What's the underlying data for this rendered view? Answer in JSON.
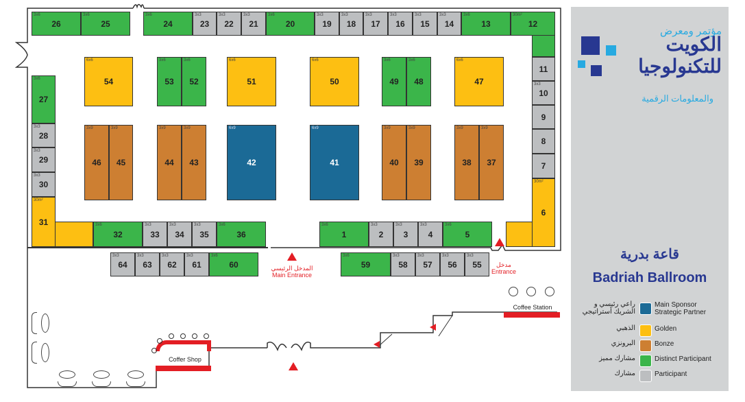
{
  "booths": [
    {
      "num": "26",
      "size": "3x6",
      "tier": "green"
    },
    {
      "num": "25",
      "size": "3x6",
      "tier": "green"
    },
    {
      "num": "24",
      "size": "3x6",
      "tier": "green"
    },
    {
      "num": "23",
      "size": "3x3",
      "tier": "gray"
    },
    {
      "num": "22",
      "size": "3x3",
      "tier": "gray"
    },
    {
      "num": "21",
      "size": "3x3",
      "tier": "gray"
    },
    {
      "num": "20",
      "size": "3x6",
      "tier": "green"
    },
    {
      "num": "19",
      "size": "3x3",
      "tier": "gray"
    },
    {
      "num": "18",
      "size": "3x3",
      "tier": "gray"
    },
    {
      "num": "17",
      "size": "3x3",
      "tier": "gray"
    },
    {
      "num": "16",
      "size": "3x3",
      "tier": "gray"
    },
    {
      "num": "15",
      "size": "3x3",
      "tier": "gray"
    },
    {
      "num": "14",
      "size": "3x3",
      "tier": "gray"
    },
    {
      "num": "13",
      "size": "3x6",
      "tier": "green"
    },
    {
      "num": "12",
      "size": "30m²",
      "tier": "green"
    },
    {
      "num": "11",
      "size": "",
      "tier": "gray"
    },
    {
      "num": "10",
      "size": "3x3",
      "tier": "gray"
    },
    {
      "num": "9",
      "size": "",
      "tier": "gray"
    },
    {
      "num": "8",
      "size": "",
      "tier": "gray"
    },
    {
      "num": "7",
      "size": "",
      "tier": "gray"
    },
    {
      "num": "6",
      "size": "30m²",
      "tier": "gold"
    },
    {
      "num": "27",
      "size": "3x6",
      "tier": "green"
    },
    {
      "num": "28",
      "size": "3x3",
      "tier": "gray"
    },
    {
      "num": "29",
      "size": "3x3",
      "tier": "gray"
    },
    {
      "num": "30",
      "size": "3x3",
      "tier": "gray"
    },
    {
      "num": "31",
      "size": "30m²",
      "tier": "gold"
    },
    {
      "num": "32",
      "size": "3x6",
      "tier": "green"
    },
    {
      "num": "33",
      "size": "3x3",
      "tier": "gray"
    },
    {
      "num": "34",
      "size": "3x3",
      "tier": "gray"
    },
    {
      "num": "35",
      "size": "3x3",
      "tier": "gray"
    },
    {
      "num": "36",
      "size": "3x6",
      "tier": "green"
    },
    {
      "num": "1",
      "size": "3x6",
      "tier": "green"
    },
    {
      "num": "2",
      "size": "3x3",
      "tier": "gray"
    },
    {
      "num": "3",
      "size": "3x3",
      "tier": "gray"
    },
    {
      "num": "4",
      "size": "3x3",
      "tier": "gray"
    },
    {
      "num": "5",
      "size": "3x6",
      "tier": "green"
    },
    {
      "num": "64",
      "size": "3x3",
      "tier": "gray"
    },
    {
      "num": "63",
      "size": "3x3",
      "tier": "gray"
    },
    {
      "num": "62",
      "size": "3x3",
      "tier": "gray"
    },
    {
      "num": "61",
      "size": "3x3",
      "tier": "gray"
    },
    {
      "num": "60",
      "size": "3x6",
      "tier": "green"
    },
    {
      "num": "59",
      "size": "3x6",
      "tier": "green"
    },
    {
      "num": "58",
      "size": "3x3",
      "tier": "gray"
    },
    {
      "num": "57",
      "size": "3x3",
      "tier": "gray"
    },
    {
      "num": "56",
      "size": "3x3",
      "tier": "gray"
    },
    {
      "num": "55",
      "size": "3x3",
      "tier": "gray"
    },
    {
      "num": "54",
      "size": "6x6",
      "tier": "gold"
    },
    {
      "num": "53",
      "size": "3x6",
      "tier": "green"
    },
    {
      "num": "52",
      "size": "3x6",
      "tier": "green"
    },
    {
      "num": "51",
      "size": "6x6",
      "tier": "gold"
    },
    {
      "num": "50",
      "size": "6x6",
      "tier": "gold"
    },
    {
      "num": "49",
      "size": "3x6",
      "tier": "green"
    },
    {
      "num": "48",
      "size": "3x6",
      "tier": "green"
    },
    {
      "num": "47",
      "size": "6x6",
      "tier": "gold"
    },
    {
      "num": "46",
      "size": "3x9",
      "tier": "bronze"
    },
    {
      "num": "45",
      "size": "3x9",
      "tier": "bronze"
    },
    {
      "num": "44",
      "size": "3x9",
      "tier": "bronze"
    },
    {
      "num": "43",
      "size": "3x9",
      "tier": "bronze"
    },
    {
      "num": "42",
      "size": "6x9",
      "tier": "blue"
    },
    {
      "num": "41",
      "size": "6x9",
      "tier": "blue"
    },
    {
      "num": "40",
      "size": "3x9",
      "tier": "bronze"
    },
    {
      "num": "39",
      "size": "3x9",
      "tier": "bronze"
    },
    {
      "num": "38",
      "size": "3x9",
      "tier": "bronze"
    },
    {
      "num": "37",
      "size": "3x9",
      "tier": "bronze"
    }
  ],
  "labels": {
    "main_entrance_ar": "المدخل الرئيسي",
    "main_entrance_en": "Main Entrance",
    "entrance_ar": "مدخل",
    "entrance_en": "Entrance",
    "coffee_station": "Coffee Station",
    "coffee_shop": "Coffer Shop"
  },
  "panel": {
    "logo_line1": "مؤتمر ومعرض",
    "logo_line2": "الكويت",
    "logo_line3": "للتكنولوجيا",
    "logo_line4": "والمعلومات الرقمية",
    "hall_ar": "قاعة بدرية",
    "hall_en": "Badriah Ballroom",
    "legend": [
      {
        "ar": "راعي رئيسي و الشريك أستراتيجي",
        "en": "Main Sponsor Strategic Partner",
        "color": "#1b6a96"
      },
      {
        "ar": "الذهبي",
        "en": "Golden",
        "color": "#fdbf12"
      },
      {
        "ar": "البرونزي",
        "en": "Bonze",
        "color": "#cd7f32"
      },
      {
        "ar": "مشارك مميز",
        "en": "Distinct Participant",
        "color": "#3bb54a"
      },
      {
        "ar": "مشارك",
        "en": "Participant",
        "color": "#bcbec0"
      }
    ]
  },
  "colors": {
    "accent": "#e31e24",
    "logo_dark": "#283891",
    "logo_light": "#27aae1"
  }
}
